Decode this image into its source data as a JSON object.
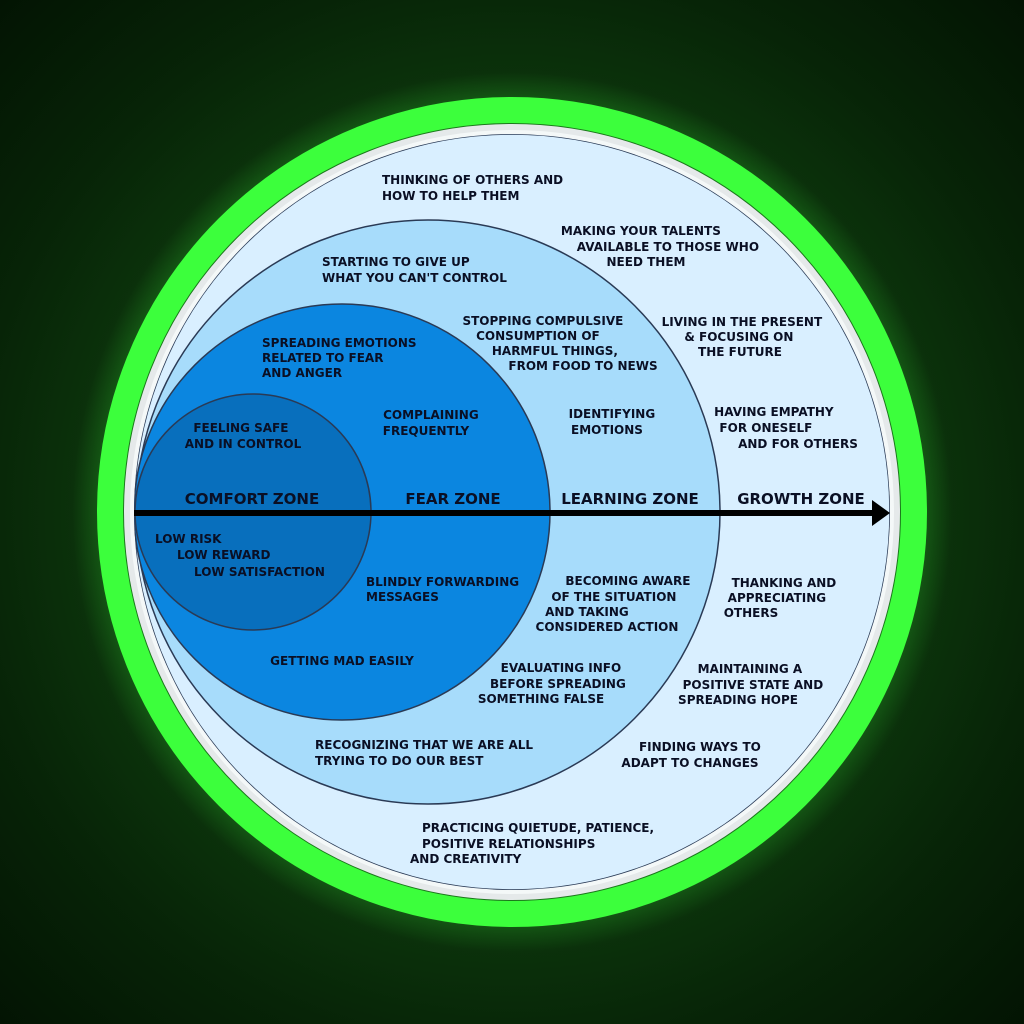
{
  "colors": {
    "ring_glow": "#3cff3c",
    "ring_frame": "#ffffff",
    "growth_fill": "#d9efff",
    "learning_fill": "#a7dcfb",
    "fear_fill": "#0b86e0",
    "comfort_fill": "#086fbd",
    "text": "#0a0f24",
    "arrow": "#000000"
  },
  "zones": {
    "comfort": "COMFORT ZONE",
    "fear": "FEAR ZONE",
    "learning": "LEARNING ZONE",
    "growth": "GROWTH ZONE"
  },
  "comfort": {
    "top": [
      "FEELING SAFE",
      "AND IN CONTROL"
    ],
    "bottom": [
      "LOW RISK",
      "LOW REWARD",
      "LOW SATISFACTION"
    ]
  },
  "fear": {
    "items": [
      [
        "SPREADING EMOTIONS",
        "RELATED TO FEAR",
        "AND ANGER"
      ],
      [
        "COMPLAINING",
        "FREQUENTLY"
      ],
      [
        "BLINDLY FORWARDING",
        "MESSAGES"
      ],
      [
        "GETTING MAD EASILY"
      ]
    ]
  },
  "learning": {
    "items": [
      [
        "STARTING TO GIVE UP",
        "WHAT YOU CAN'T CONTROL"
      ],
      [
        "STOPPING COMPULSIVE",
        "CONSUMPTION OF",
        "HARMFUL THINGS,",
        "FROM FOOD TO NEWS"
      ],
      [
        "IDENTIFYING",
        "EMOTIONS"
      ],
      [
        "BECOMING AWARE",
        "OF THE SITUATION",
        "AND TAKING",
        "CONSIDERED ACTION"
      ],
      [
        "EVALUATING INFO",
        "BEFORE SPREADING",
        "SOMETHING FALSE"
      ],
      [
        "RECOGNIZING THAT WE ARE ALL",
        "TRYING TO DO OUR BEST"
      ]
    ]
  },
  "growth": {
    "items": [
      [
        "THINKING OF OTHERS AND",
        "HOW TO HELP THEM"
      ],
      [
        "MAKING YOUR TALENTS",
        "AVAILABLE TO THOSE WHO",
        "NEED THEM"
      ],
      [
        "LIVING IN THE PRESENT",
        "& FOCUSING ON",
        "THE FUTURE"
      ],
      [
        "HAVING EMPATHY",
        "FOR ONESELF",
        "AND FOR OTHERS"
      ],
      [
        "THANKING AND",
        "APPRECIATING",
        "OTHERS"
      ],
      [
        "MAINTAINING A",
        "POSITIVE STATE AND",
        "SPREADING HOPE"
      ],
      [
        "FINDING WAYS TO",
        "ADAPT TO CHANGES"
      ],
      [
        "PRACTICING QUIETUDE, PATIENCE,",
        "POSITIVE RELATIONSHIPS",
        "AND CREATIVITY"
      ]
    ]
  }
}
